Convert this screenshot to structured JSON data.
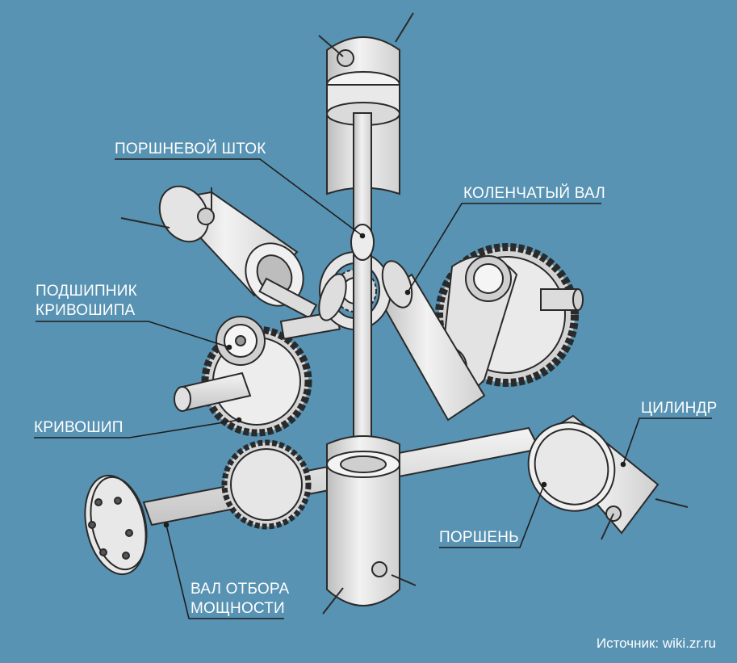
{
  "labels": {
    "piston_rod": "ПОРШНЕВОЙ ШТОК",
    "crankshaft": "КОЛЕНЧАТЫЙ ВАЛ",
    "crank_bearing_line1": "ПОДШИПНИК",
    "crank_bearing_line2": "КРИВОШИПА",
    "crank": "КРИВОШИП",
    "cylinder": "ЦИЛИНДР",
    "piston": "ПОРШЕНЬ",
    "pto_shaft_line1": "ВАЛ ОТБОРА",
    "pto_shaft_line2": "МОЩНОСТИ"
  },
  "source": "Источник: wiki.zr.ru",
  "colors": {
    "background": "#5893b3",
    "metal": "#e4e4e4",
    "outline": "#2a2a2a",
    "leader": "#1e1e1e",
    "text": "#ffffff"
  }
}
